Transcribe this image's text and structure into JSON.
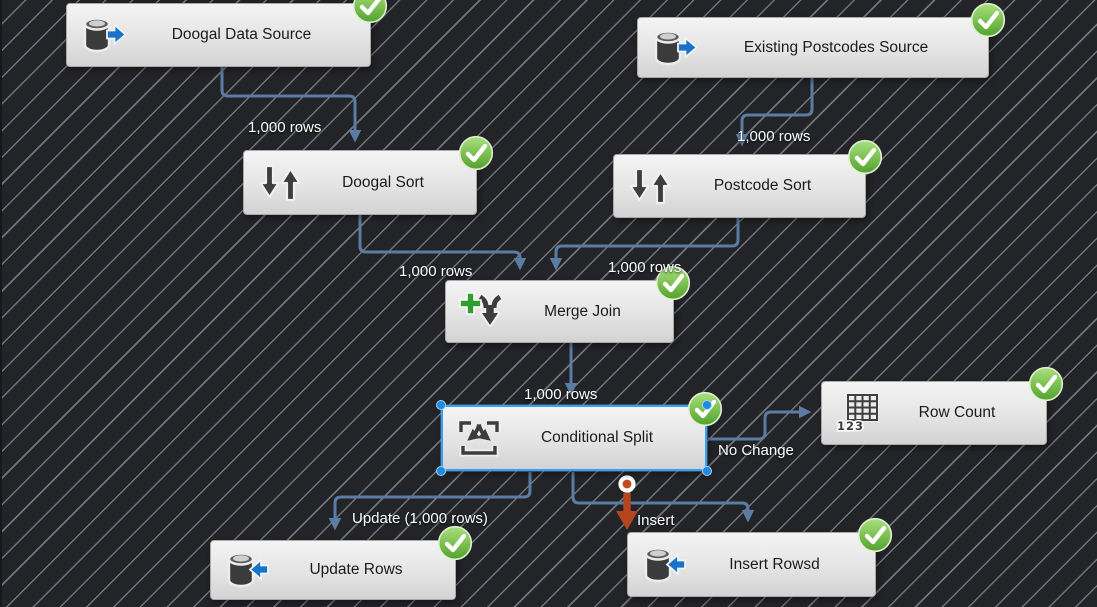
{
  "nodes": [
    {
      "label": "Doogal Data Source",
      "type": "source",
      "status": "success"
    },
    {
      "label": "Existing Postcodes Source",
      "type": "source",
      "status": "success"
    },
    {
      "label": "Doogal Sort",
      "type": "sort",
      "status": "success"
    },
    {
      "label": "Postcode Sort",
      "type": "sort",
      "status": "success"
    },
    {
      "label": "Merge Join",
      "type": "merge-join",
      "status": "success"
    },
    {
      "label": "Conditional Split",
      "type": "conditional-split",
      "status": "success",
      "selected": true
    },
    {
      "label": "Row Count",
      "type": "row-count",
      "status": "success"
    },
    {
      "label": "Update Rows",
      "type": "destination",
      "status": "success"
    },
    {
      "label": "Insert Rowsd",
      "type": "destination",
      "status": "success"
    }
  ],
  "edges": [
    {
      "from": "Doogal Data Source",
      "to": "Doogal Sort",
      "label": "1,000 rows"
    },
    {
      "from": "Existing Postcodes Source",
      "to": "Postcode Sort",
      "label": "1,000 rows"
    },
    {
      "from": "Doogal Sort",
      "to": "Merge Join",
      "label": "1,000 rows"
    },
    {
      "from": "Postcode Sort",
      "to": "Merge Join",
      "label": "1,000 rows"
    },
    {
      "from": "Merge Join",
      "to": "Conditional Split",
      "label": "1,000 rows"
    },
    {
      "from": "Conditional Split",
      "to": "Row Count",
      "label": "No Change"
    },
    {
      "from": "Conditional Split",
      "to": "Update Rows",
      "label": "Update (1,000 rows)"
    },
    {
      "from": "Conditional Split",
      "to": "Insert Rowsd",
      "label": "Insert"
    }
  ],
  "selection": {
    "selected_node": "Conditional Split"
  },
  "icons": {
    "source": "database-right-arrow-icon",
    "destination": "database-left-arrow-icon",
    "sort": "sort-up-down-icon",
    "merge_join": "merge-join-plus-icon",
    "conditional_split": "conditional-split-icon",
    "row_count": "row-count-grid-123-icon",
    "status": "green-check-icon",
    "detached_output": "orange-down-arrow-with-anchor-dot"
  },
  "colors": {
    "background": "#232428",
    "stripe": "#70747b",
    "node_fill_top": "#f4f4f4",
    "node_fill_bottom": "#d3d3d3",
    "node_border": "#a9a9a9",
    "node_text": "#1b1b1b",
    "connector": "#5b7da4",
    "edge_label": "#ffffff",
    "selection_border": "#3aa0f0",
    "selection_handle": "#1f8be0",
    "success_green": "#57a52e",
    "detached_arrow": "#b5451d",
    "icon_blue": "#1a72c8",
    "icon_green": "#2f9e2f",
    "icon_dark": "#3d3d3d"
  }
}
